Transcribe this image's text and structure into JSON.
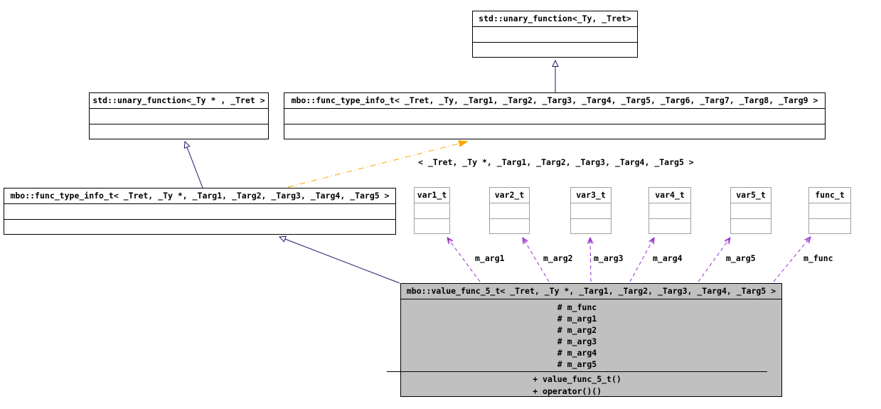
{
  "diagram": {
    "kind": "uml-class-diagram",
    "colors": {
      "inheritance": "#191970",
      "usage": "#9a32cd",
      "template": "#ffa500",
      "node-border": "#000000",
      "small-node-border": "#a0a0a0",
      "current-fill": "#c0c0c0",
      "bg": "#ffffff",
      "text": "#000000"
    }
  },
  "nodes": {
    "unary_function": {
      "title": "std::unary_function<_Ty, _Tret>"
    },
    "unary_function_ptr": {
      "title": "std::unary_function<_Ty * , _Tret >"
    },
    "func_type_info_general": {
      "title": "mbo::func_type_info_t< _Tret, _Ty, _Targ1, _Targ2, _Targ3, _Targ4, _Targ5, _Targ6, _Targ7, _Targ8, _Targ9 >"
    },
    "func_type_info_ptr": {
      "title": "mbo::func_type_info_t< _Tret, _Ty *, _Targ1, _Targ2, _Targ3, _Targ4, _Targ5 >"
    },
    "var1": {
      "title": "var1_t"
    },
    "var2": {
      "title": "var2_t"
    },
    "var3": {
      "title": "var3_t"
    },
    "var4": {
      "title": "var4_t"
    },
    "var5": {
      "title": "var5_t"
    },
    "func": {
      "title": "func_t"
    },
    "value_func": {
      "title": "mbo::value_func_5_t< _Tret, _Ty *, _Targ1, _Targ2, _Targ3, _Targ4, _Targ5 >",
      "attributes": [
        "# m_func",
        "# m_arg1",
        "# m_arg2",
        "# m_arg3",
        "# m_arg4",
        "# m_arg5"
      ],
      "methods": [
        "+ value_func_5_t()",
        "+ operator()()"
      ]
    }
  },
  "edge_labels": {
    "template_args": "< _Tret, _Ty *, _Targ1, _Targ2, _Targ3, _Targ4, _Targ5 >",
    "m_arg1": "m_arg1",
    "m_arg2": "m_arg2",
    "m_arg3": "m_arg3",
    "m_arg4": "m_arg4",
    "m_arg5": "m_arg5",
    "m_func": "m_func"
  }
}
